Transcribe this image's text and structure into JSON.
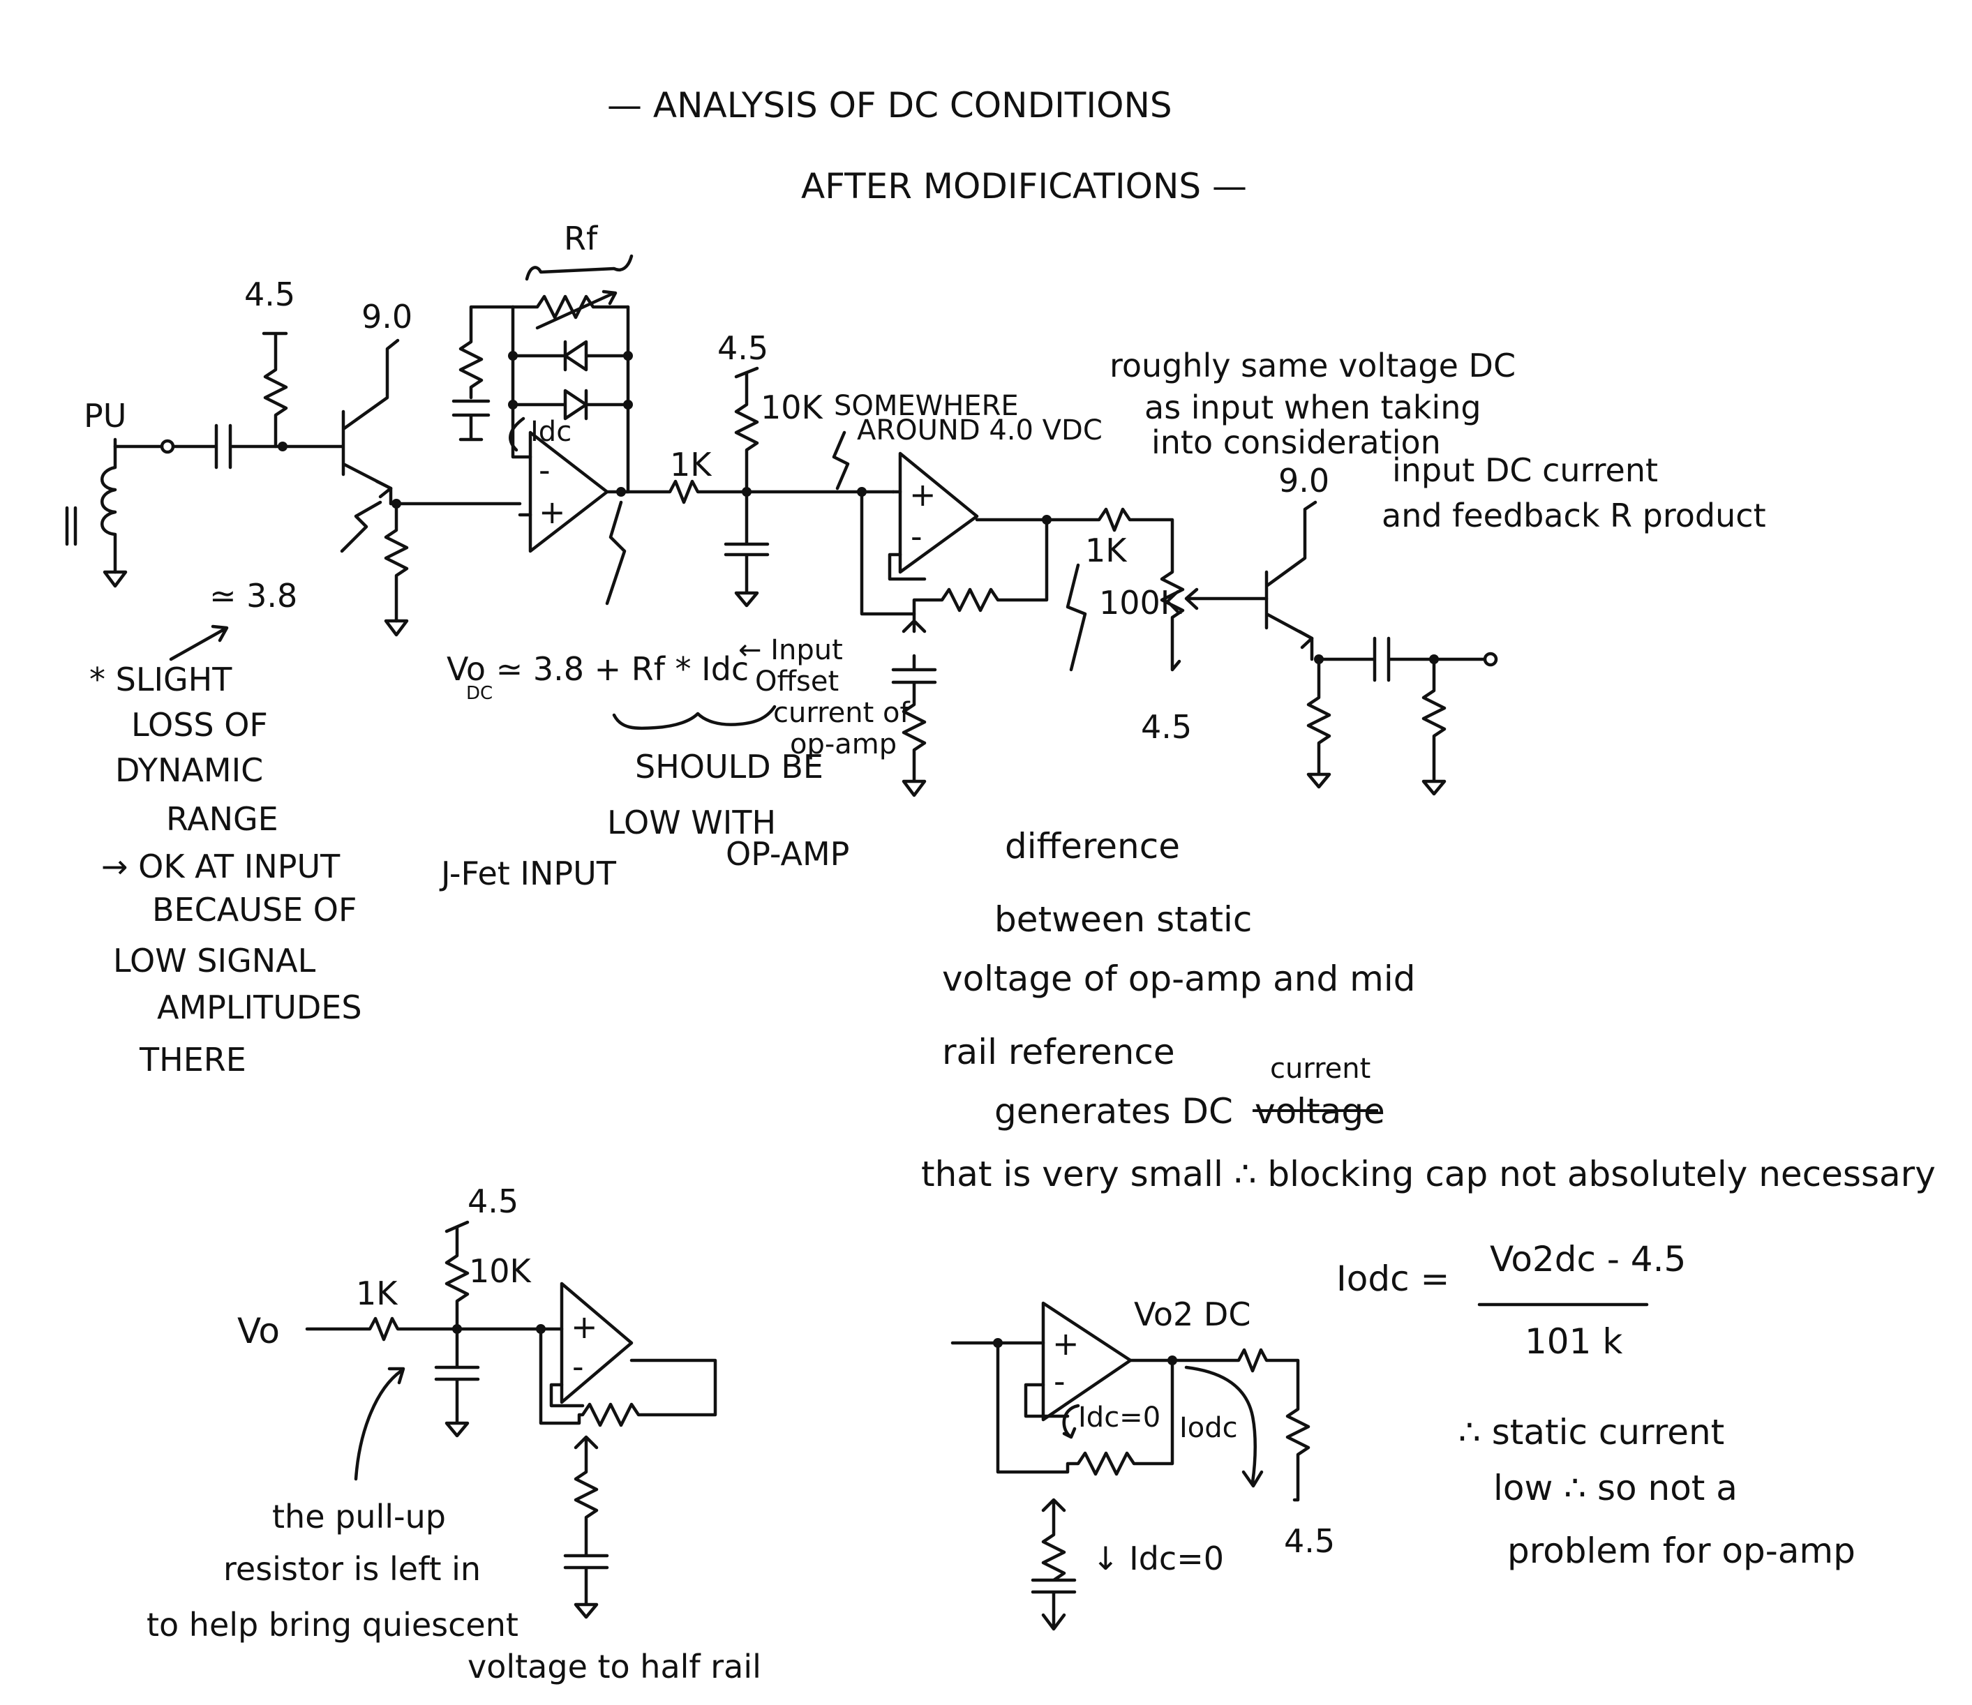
{
  "title": {
    "line1": "— ANALYSIS OF DC CONDITIONS",
    "line2": "AFTER MODIFICATIONS —"
  },
  "schematic": {
    "pickup": "PU",
    "v45_a": "4.5",
    "v90_a": "9.0",
    "rf": "Rf",
    "idc_top": "Idc",
    "v45_b": "4.5",
    "r10k": "10K",
    "r1k_a": "1K",
    "somewhere_1": "SOMEWHERE",
    "somewhere_2": "AROUND 4.0 VDC",
    "r1k_b": "1K",
    "r100k": "100K",
    "v90_b": "9.0",
    "v45_c": "4.5",
    "approx38": "≃ 3.8"
  },
  "notes": {
    "roughly_1": "roughly same voltage DC",
    "roughly_2": "as input    when taking",
    "roughly_3": "into consideration",
    "roughly_4": "input DC current",
    "roughly_5": "and feedback R product",
    "slight_1": "* SLIGHT",
    "slight_2": "LOSS OF",
    "slight_3": "DYNAMIC",
    "slight_4": "RANGE",
    "slight_5": "→ OK AT INPUT",
    "slight_6": "BECAUSE OF",
    "slight_7": "LOW SIGNAL",
    "slight_8": "AMPLITUDES",
    "slight_9": "THERE",
    "vo_eq": "Vo  ≃ 3.8 + Rf * Idc",
    "vo_sub": "DC",
    "input_offset_1": "← Input",
    "input_offset_2": "Offset",
    "input_offset_3": "current of",
    "input_offset_4": "op-amp",
    "should_1": "SHOULD BE",
    "should_2": "LOW WITH",
    "jfet": "J-Fet INPUT",
    "opamp": "OP-AMP",
    "diff_1": "difference",
    "diff_2": "between static",
    "diff_3": "voltage of op-amp and mid",
    "diff_4": "rail reference",
    "diff_5a": "generates DC",
    "diff_5b": "current",
    "diff_5c": "voltage",
    "diff_6": "that is very small ∴ blocking cap not absolutely necessary"
  },
  "bottom_left": {
    "v45": "4.5",
    "r10k": "10K",
    "r1k": "1K",
    "vo": "Vo",
    "note_1": "the pull-up",
    "note_2": "resistor is left in",
    "note_3": "to help bring quiescent",
    "note_4": "voltage  to half rail"
  },
  "bottom_right": {
    "vo2": "Vo2 DC",
    "idc0_a": "Idc=0",
    "iodc": "Iodc",
    "v45": "4.5",
    "idc0_b": "↓ Idc=0",
    "eq_left": "Iodc =",
    "eq_num": "Vo2dc - 4.5",
    "eq_den": "101 k",
    "static_1": "∴ static current",
    "static_2": "low ∴ so not a",
    "static_3": "problem for op-amp"
  }
}
